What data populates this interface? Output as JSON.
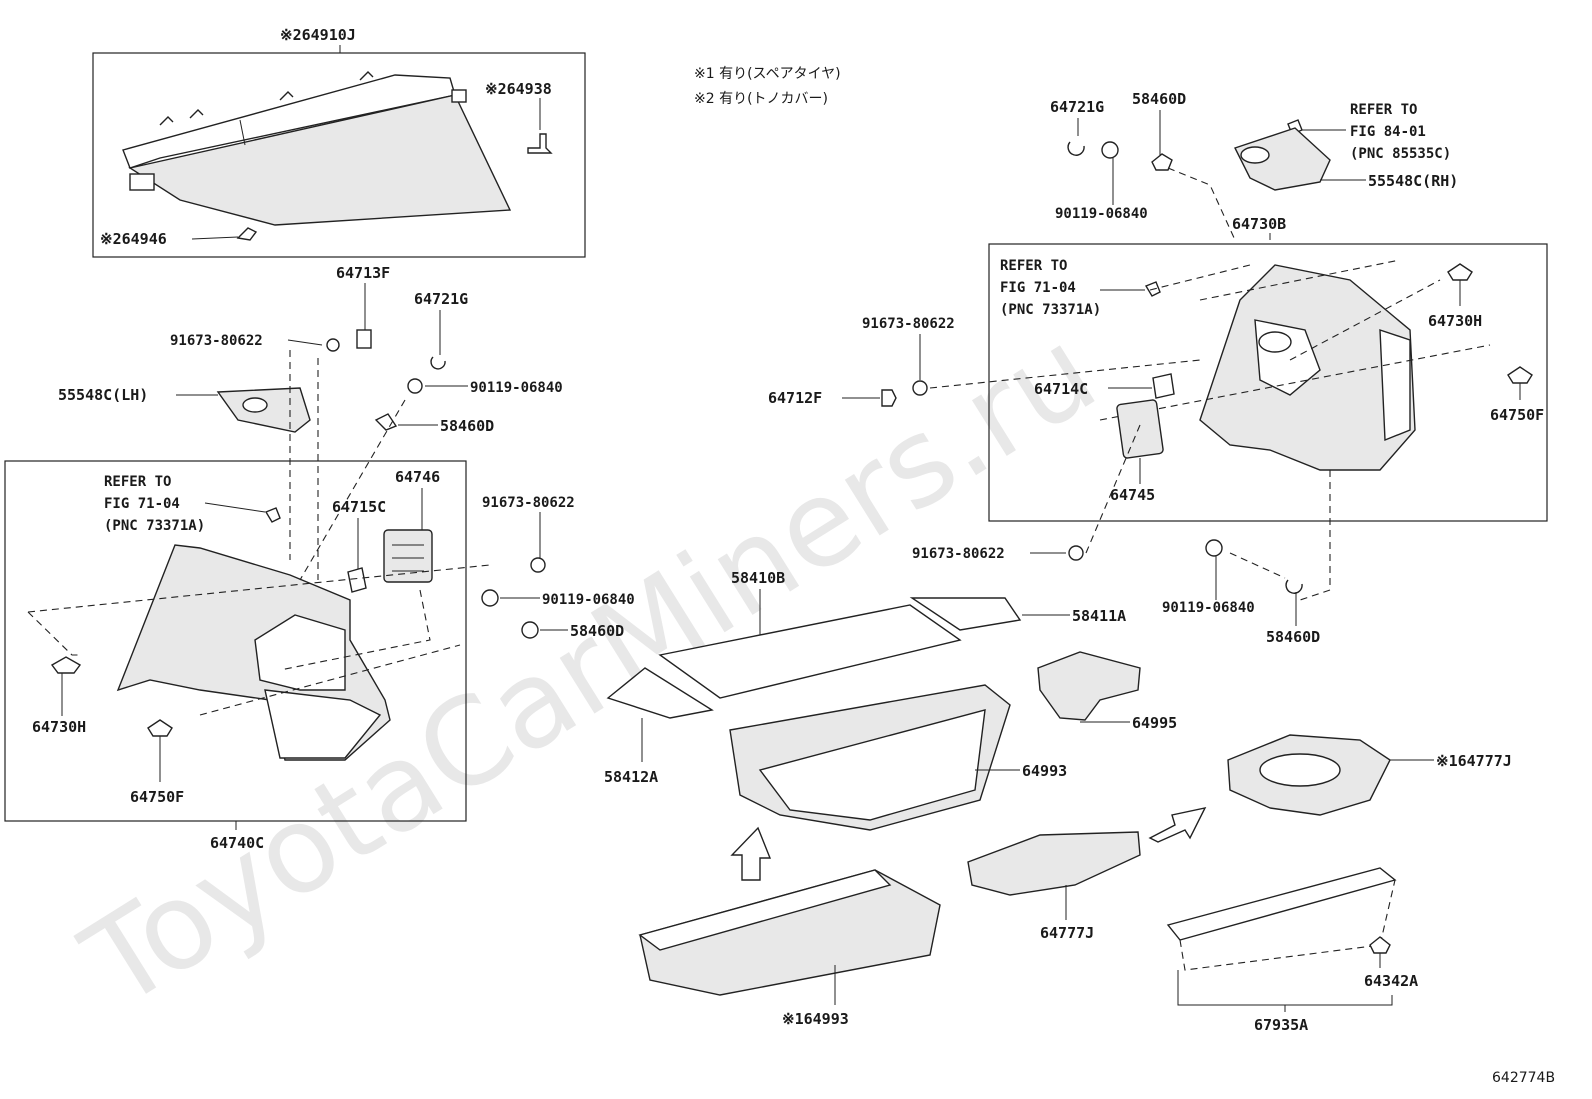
{
  "watermark": "ToyotaCarMiners.ru",
  "notes": [
    "※1 有り(スペアタイヤ)",
    "※2 有り(トノカバー)"
  ],
  "labels": {
    "p64910J": "※264910J",
    "p64938": "※264938",
    "p64946": "※264946",
    "p64713F": "64713F",
    "p64721G_left": "64721G",
    "p91673_a": "91673-80622",
    "p55548C_LH": "55548C(LH)",
    "p90119_a": "90119-06840",
    "p58460D_a": "58460D",
    "refer_left_1": "REFER TO",
    "refer_left_2": "FIG 71-04",
    "refer_left_3": "(PNC 73371A)",
    "p64715C": "64715C",
    "p64746": "64746",
    "p91673_b": "91673-80622",
    "p90119_b": "90119-06840",
    "p58460D_b": "58460D",
    "p64730H_left": "64730H",
    "p64750F_left": "64750F",
    "p64740C": "64740C",
    "p64721G_right": "64721G",
    "p58460D_top": "58460D",
    "p90119_top": "90119-06840",
    "refer_top_1": "REFER TO",
    "refer_top_2": "FIG 84-01",
    "refer_top_3": "(PNC 85535C)",
    "p55548C_RH": "55548C(RH)",
    "p64730B": "64730B",
    "refer_right_1": "REFER TO",
    "refer_right_2": "FIG 71-04",
    "refer_right_3": "(PNC 73371A)",
    "p91673_c": "91673-80622",
    "p64712F": "64712F",
    "p64714C": "64714C",
    "p64745": "64745",
    "p64730H_right": "64730H",
    "p64750F_right": "64750F",
    "p91673_d": "91673-80622",
    "p90119_d": "90119-06840",
    "p58460D_d": "58460D",
    "p58410B": "58410B",
    "p58411A": "58411A",
    "p58412A": "58412A",
    "p64995": "64995",
    "p64993": "64993",
    "p64777J_1": "※164777J",
    "p64777J": "64777J",
    "p64993_1": "※164993",
    "p64342A": "64342A",
    "p67935A": "67935A",
    "figure_id": "642774B"
  }
}
